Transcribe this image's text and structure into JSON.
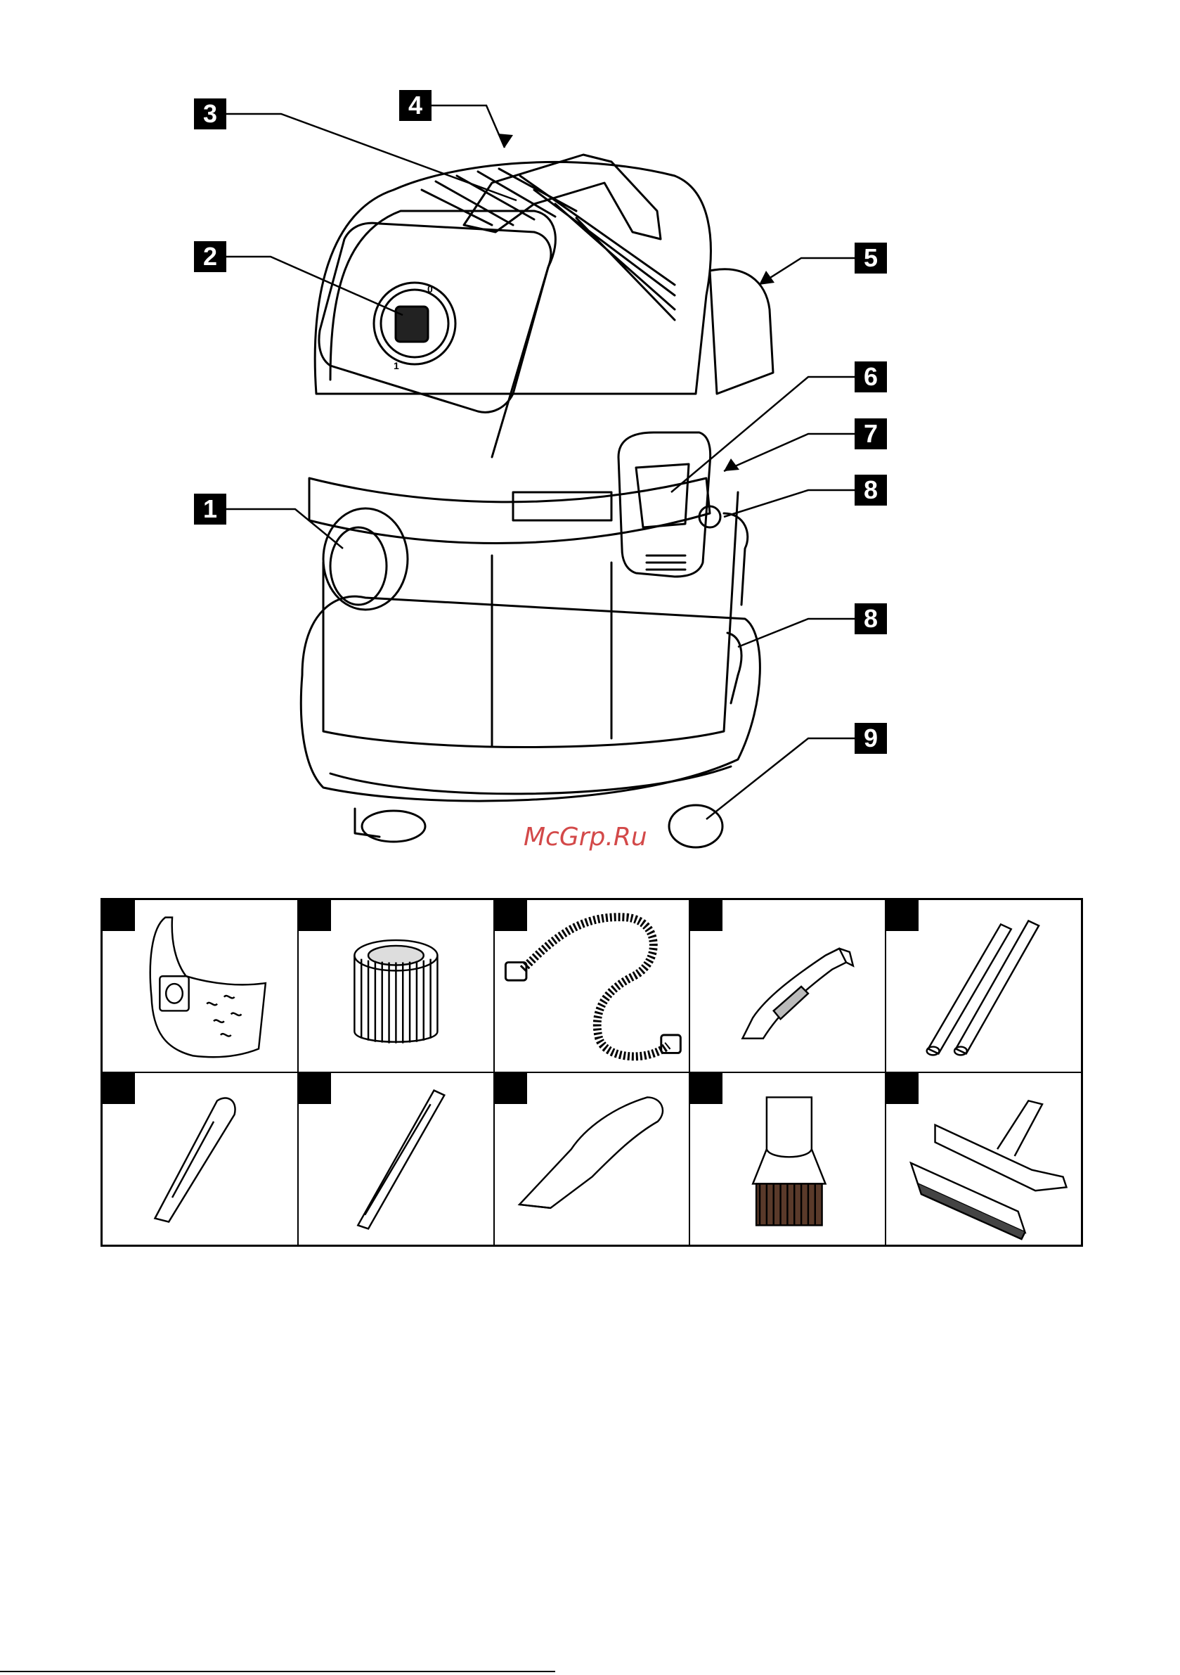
{
  "callouts": [
    "1",
    "2",
    "3",
    "4",
    "5",
    "6",
    "7",
    "8",
    "8",
    "9"
  ],
  "switch_labels": {
    "off": "0",
    "on": "1"
  },
  "watermark": "McGrp.Ru",
  "accessories": [
    {
      "icon": "dust-bag-icon"
    },
    {
      "icon": "cartridge-filter-icon"
    },
    {
      "icon": "suction-hose-icon"
    },
    {
      "icon": "hose-handle-icon"
    },
    {
      "icon": "extension-tubes-icon"
    },
    {
      "icon": "crevice-nozzle-icon"
    },
    {
      "icon": "long-crevice-nozzle-icon"
    },
    {
      "icon": "upholstery-nozzle-icon"
    },
    {
      "icon": "suction-brush-icon"
    },
    {
      "icon": "floor-nozzle-icon"
    }
  ]
}
